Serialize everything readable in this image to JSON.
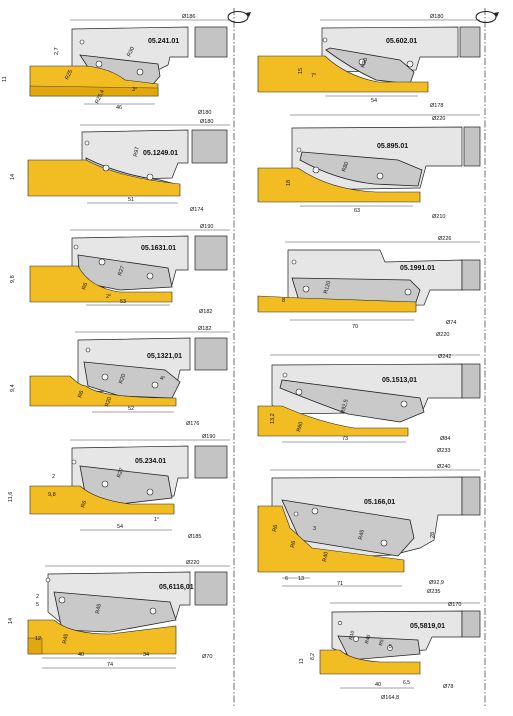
{
  "rotation_icons": [
    {
      "name": "rotation-left-icon"
    },
    {
      "name": "rotation-right-icon"
    }
  ],
  "profiles": [
    {
      "code": "05.241.01",
      "dims": [
        "Ø186",
        "Ø180",
        "11",
        "2,7",
        "R30",
        "R25",
        "R25,4",
        "3°",
        "46"
      ]
    },
    {
      "code": "05.1249.01",
      "dims": [
        "Ø180",
        "14",
        "R97",
        "Ø174",
        "51"
      ]
    },
    {
      "code": "05.1631.01",
      "dims": [
        "Ø190",
        "9,8",
        "R27",
        "R6",
        "2°",
        "53",
        "Ø182"
      ]
    },
    {
      "code": "05,1321,01",
      "dims": [
        "Ø182",
        "9,4",
        "R6",
        "R20",
        "R20",
        "4°",
        "52",
        "Ø176"
      ]
    },
    {
      "code": "05.234.01",
      "dims": [
        "Ø190",
        "2",
        "11,6",
        "9,8",
        "R27",
        "R6",
        "1°",
        "54",
        "Ø185"
      ]
    },
    {
      "code": "05,6116,01",
      "dims": [
        "Ø220",
        "2",
        "5",
        "14",
        "R45",
        "R45",
        "12",
        "40",
        "34",
        "74",
        "Ø70"
      ]
    },
    {
      "code": "05.602.01",
      "dims": [
        "Ø180",
        "15",
        "R90",
        "7°",
        "54",
        "Ø178"
      ]
    },
    {
      "code": "05.895.01",
      "dims": [
        "Ø220",
        "18",
        "R80",
        "63",
        "Ø210"
      ]
    },
    {
      "code": "05.1991.01",
      "dims": [
        "Ø226",
        "R120",
        "8",
        "70",
        "Ø74",
        "Ø220"
      ]
    },
    {
      "code": "05.1513,01",
      "dims": [
        "Ø242",
        "13,2",
        "R92,5",
        "R60",
        "73",
        "Ø84",
        "Ø233"
      ]
    },
    {
      "code": "05.166,01",
      "dims": [
        "Ø240",
        "28",
        "R6",
        "R6",
        "R45",
        "R40",
        "3",
        "6",
        "13",
        "71",
        "Ø92,9",
        "Ø235"
      ]
    },
    {
      "code": "05,5819,01",
      "dims": [
        "Ø170",
        "R10",
        "R40",
        "R5",
        "5",
        "8,2",
        "13",
        "6,5",
        "40",
        "Ø164,8",
        "Ø78"
      ]
    }
  ]
}
